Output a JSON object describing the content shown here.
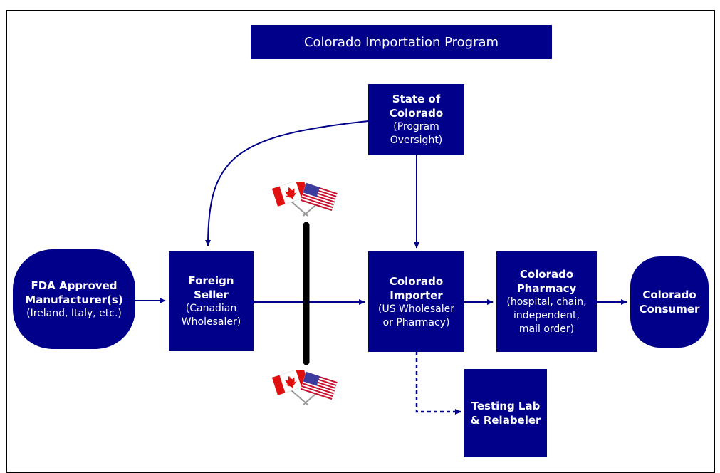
{
  "title": "Colorado Importation Program",
  "nodes": {
    "state": {
      "line1": "State of",
      "line2": "Colorado",
      "line3": "(Program",
      "line4": "Oversight)"
    },
    "manufacturer": {
      "line1": "FDA Approved",
      "line2": "Manufacturer(s)",
      "line3": "(Ireland, Italy, etc.)"
    },
    "foreign_seller": {
      "line1": "Foreign",
      "line2": "Seller",
      "line3": "(Canadian",
      "line4": "Wholesaler)"
    },
    "importer": {
      "line1": "Colorado",
      "line2": "Importer",
      "line3": "(US Wholesaler",
      "line4": "or Pharmacy)"
    },
    "pharmacy": {
      "line1": "Colorado",
      "line2": "Pharmacy",
      "line3": "(hospital, chain,",
      "line4": "independent,",
      "line5": "mail order)"
    },
    "consumer": {
      "line1": "Colorado",
      "line2": "Consumer"
    },
    "testing": {
      "line1": "Testing Lab",
      "line2": "& Relabeler"
    }
  },
  "colors": {
    "box": "#00008b",
    "arrow": "#00008b",
    "border": "#000000"
  },
  "icons": [
    "canada-us-crossed-flags-icon"
  ]
}
